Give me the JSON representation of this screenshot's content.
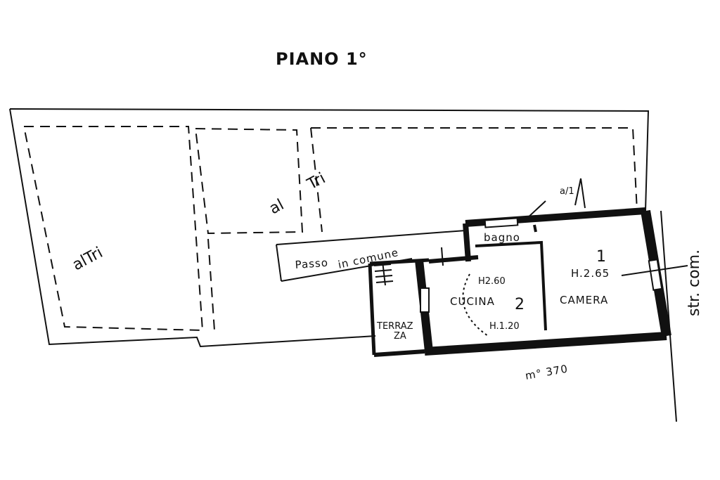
{
  "title": "PIANO 1°",
  "labels": {
    "altri_left": "alTri",
    "altri_mid_1": "al",
    "altri_mid_2": "Tri",
    "passo": "Passo",
    "in_comune": "in comune",
    "bagno": "bagno",
    "cucina": "CUCINA",
    "cucina_number": "2",
    "cucina_height": "H2.60",
    "cucina_height_low": "H.1.20",
    "camera": "CAMERA",
    "camera_number": "1",
    "camera_height": "H.2.65",
    "terrazza_1": "TERRAZ",
    "terrazza_2": "ZA",
    "street": "str. com.",
    "mappale": "m° 370",
    "marker": "a/1"
  }
}
